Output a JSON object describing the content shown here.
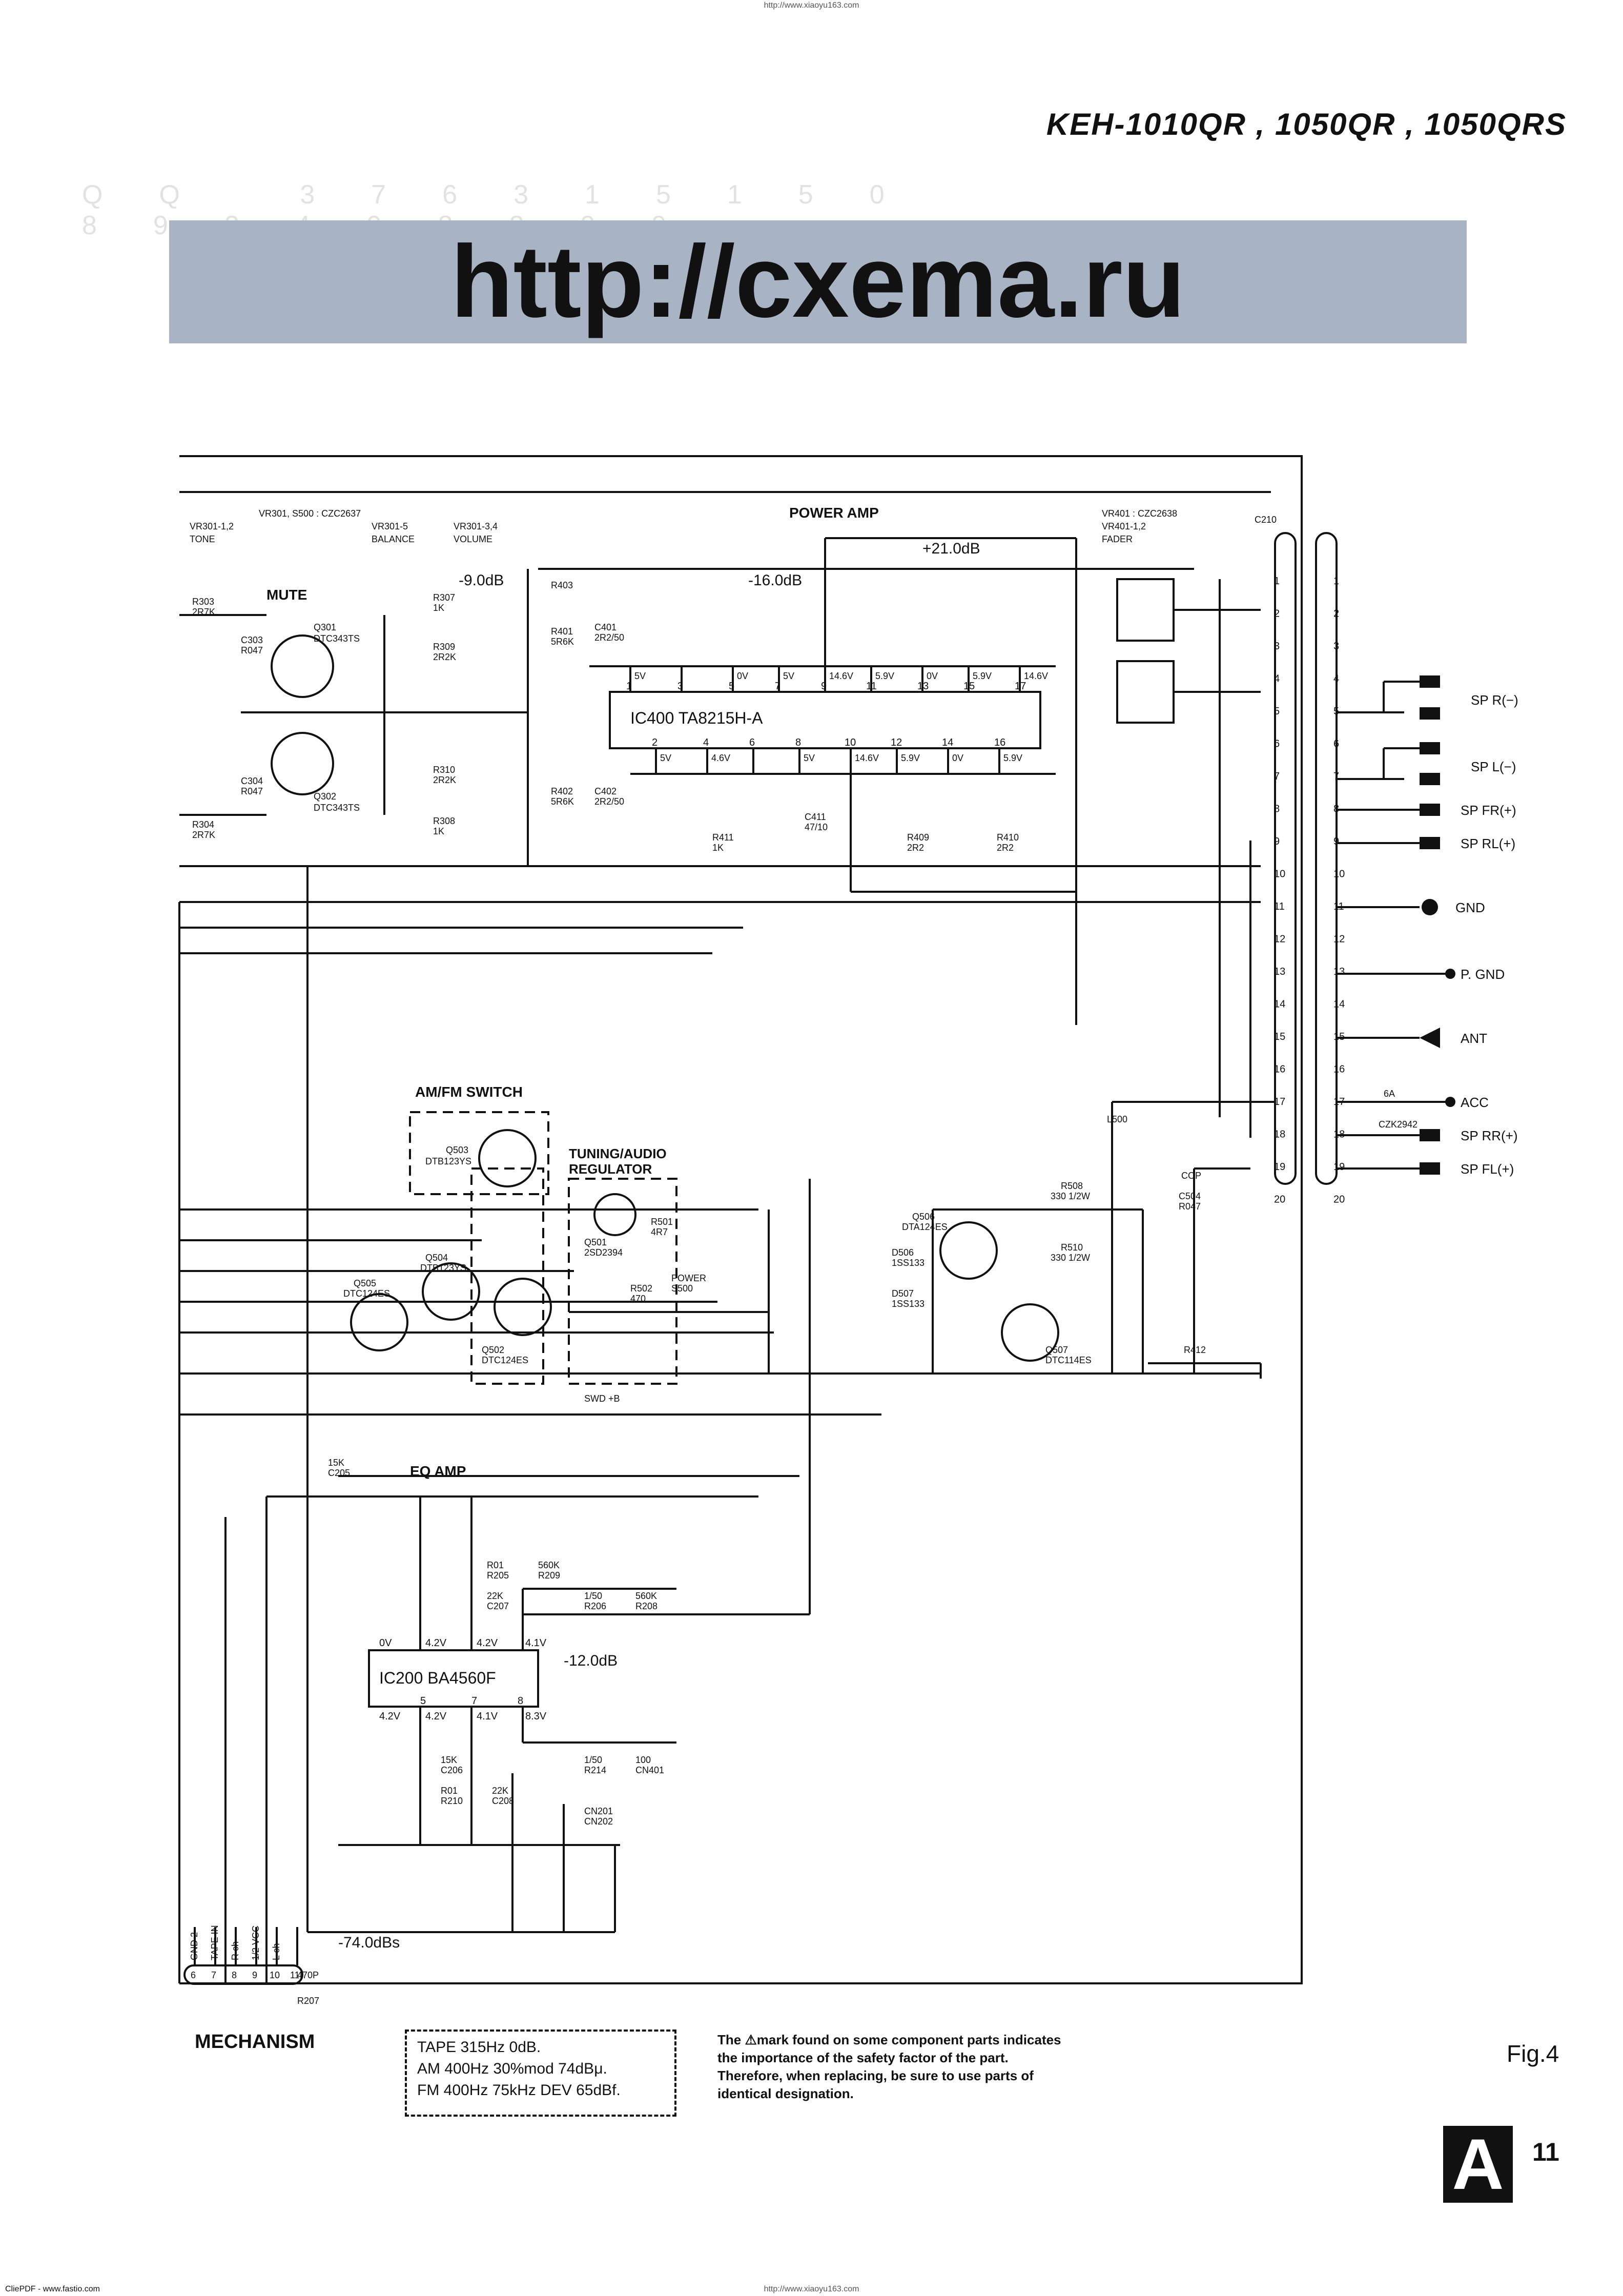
{
  "header": {
    "url_top": "http://www.xiaoyu163.com",
    "model": "KEH-1010QR , 1050QR , 1050QRS",
    "banner": "http://cxema.ru",
    "watermark_top": "QQ 376315150 892498299"
  },
  "blocks": {
    "power_amp": "POWER AMP",
    "mute": "MUTE",
    "am_fm_switch": "AM/FM SWITCH",
    "tuning_regulator_1": "TUNING/AUDIO",
    "tuning_regulator_2": "REGULATOR",
    "eq_amp": "EQ AMP",
    "mechanism": "MECHANISM"
  },
  "ics": {
    "ic400": "IC400 TA8215H-A",
    "ic200": "IC200 BA4560F"
  },
  "levels": {
    "l1": "-9.0dB",
    "l2": "-16.0dB",
    "l3": "+21.0dB",
    "l4": "-12.0dB",
    "l5": "-74.0dBs"
  },
  "vr": {
    "vr301_1": "VR301, S500 : CZC2637",
    "vr301_2": "VR301-1,2",
    "vr301_tone": "TONE",
    "vr301_5": "VR301-5",
    "vr301_bal": "BALANCE",
    "vr301_34": "VR301-3,4",
    "vr301_vol": "VOLUME",
    "vr401": "VR401 : CZC2638",
    "vr401_12": "VR401-1,2",
    "vr401_fader": "FADER"
  },
  "components": [
    {
      "id": "q301",
      "text": "Q301"
    },
    {
      "id": "q301t",
      "text": "DTC343TS"
    },
    {
      "id": "q302",
      "text": "Q302"
    },
    {
      "id": "q302t",
      "text": "DTC343TS"
    },
    {
      "id": "r303",
      "text": "R303"
    },
    {
      "id": "r303v",
      "text": "2R7K"
    },
    {
      "id": "c303",
      "text": "C303"
    },
    {
      "id": "c303v",
      "text": "R047"
    },
    {
      "id": "c304",
      "text": "C304"
    },
    {
      "id": "c304v",
      "text": "R047"
    },
    {
      "id": "r304",
      "text": "R304"
    },
    {
      "id": "r304v",
      "text": "2R7K"
    },
    {
      "id": "r307",
      "text": "R307"
    },
    {
      "id": "r307v",
      "text": "1K"
    },
    {
      "id": "r309",
      "text": "R309"
    },
    {
      "id": "r309v",
      "text": "2R2K"
    },
    {
      "id": "r310",
      "text": "R310"
    },
    {
      "id": "r310v",
      "text": "2R2K"
    },
    {
      "id": "r308",
      "text": "R308"
    },
    {
      "id": "r308v",
      "text": "1K"
    },
    {
      "id": "r403",
      "text": "R403"
    },
    {
      "id": "r401",
      "text": "R401"
    },
    {
      "id": "r401v",
      "text": "5R6K"
    },
    {
      "id": "c401",
      "text": "C401"
    },
    {
      "id": "c401v",
      "text": "2R2/50"
    },
    {
      "id": "r402",
      "text": "R402"
    },
    {
      "id": "r402v",
      "text": "5R6K"
    },
    {
      "id": "c402",
      "text": "C402"
    },
    {
      "id": "c402v",
      "text": "2R2/50"
    },
    {
      "id": "r411",
      "text": "R411"
    },
    {
      "id": "r411v",
      "text": "1K"
    },
    {
      "id": "c411",
      "text": "C411"
    },
    {
      "id": "c411v",
      "text": "47/10"
    },
    {
      "id": "r409",
      "text": "R409"
    },
    {
      "id": "r409v",
      "text": "2R2"
    },
    {
      "id": "r410",
      "text": "R410"
    },
    {
      "id": "r410v",
      "text": "2R2"
    },
    {
      "id": "q503",
      "text": "Q503"
    },
    {
      "id": "q503t",
      "text": "DTB123YS"
    },
    {
      "id": "q501",
      "text": "Q501"
    },
    {
      "id": "q501t",
      "text": "2SD2394"
    },
    {
      "id": "r501",
      "text": "R501"
    },
    {
      "id": "r501v",
      "text": "4R7"
    },
    {
      "id": "q505",
      "text": "Q505"
    },
    {
      "id": "q505t",
      "text": "DTC124ES"
    },
    {
      "id": "q504",
      "text": "Q504"
    },
    {
      "id": "q504t",
      "text": "DTB123YS"
    },
    {
      "id": "q502",
      "text": "Q502"
    },
    {
      "id": "q502t",
      "text": "DTC124ES"
    },
    {
      "id": "r502",
      "text": "R502"
    },
    {
      "id": "r502v",
      "text": "470"
    },
    {
      "id": "power",
      "text": "POWER"
    },
    {
      "id": "s500",
      "text": "S500"
    },
    {
      "id": "swd",
      "text": "SWD +B"
    },
    {
      "id": "q506",
      "text": "Q506"
    },
    {
      "id": "q506t",
      "text": "DTA124ES"
    },
    {
      "id": "d506",
      "text": "D506"
    },
    {
      "id": "d506t",
      "text": "1SS133"
    },
    {
      "id": "d507",
      "text": "D507"
    },
    {
      "id": "d507t",
      "text": "1SS133"
    },
    {
      "id": "r508",
      "text": "R508"
    },
    {
      "id": "r508v",
      "text": "330 1/2W"
    },
    {
      "id": "r510",
      "text": "R510"
    },
    {
      "id": "r510v",
      "text": "330 1/2W"
    },
    {
      "id": "q507",
      "text": "Q507"
    },
    {
      "id": "q507t",
      "text": "DTC114ES"
    },
    {
      "id": "r412",
      "text": "R412"
    },
    {
      "id": "l500",
      "text": "L500"
    },
    {
      "id": "c504",
      "text": "C504"
    },
    {
      "id": "c504v",
      "text": "R047"
    },
    {
      "id": "c210",
      "text": "C210"
    },
    {
      "id": "c210v",
      "text": "470P"
    },
    {
      "id": "r207",
      "text": "R207"
    },
    {
      "id": "r207v",
      "text": "15K"
    },
    {
      "id": "c205",
      "text": "C205"
    },
    {
      "id": "c205v",
      "text": "R01"
    },
    {
      "id": "r205",
      "text": "R205"
    },
    {
      "id": "r205v",
      "text": "560K"
    },
    {
      "id": "r209",
      "text": "R209"
    },
    {
      "id": "r209v",
      "text": "22K"
    },
    {
      "id": "c207",
      "text": "C207"
    },
    {
      "id": "c207v",
      "text": "1/50"
    },
    {
      "id": "r206",
      "text": "R206"
    },
    {
      "id": "r206v",
      "text": "560K"
    },
    {
      "id": "r208",
      "text": "R208"
    },
    {
      "id": "r208v",
      "text": "15K"
    },
    {
      "id": "c206",
      "text": "C206"
    },
    {
      "id": "c206v",
      "text": "R01"
    },
    {
      "id": "r210",
      "text": "R210"
    },
    {
      "id": "r210v",
      "text": "22K"
    },
    {
      "id": "c208",
      "text": "C208"
    },
    {
      "id": "c208v",
      "text": "1/50"
    },
    {
      "id": "r214",
      "text": "R214"
    },
    {
      "id": "r214v",
      "text": "100"
    },
    {
      "id": "cn401",
      "text": "CN401"
    },
    {
      "id": "cn201",
      "text": "CN201"
    },
    {
      "id": "cn202",
      "text": "CN202"
    },
    {
      "id": "cop",
      "text": "COP"
    },
    {
      "id": "fuse",
      "text": "6A"
    },
    {
      "id": "czk",
      "text": "CZK2942"
    }
  ],
  "ic400_pins_top": [
    "1",
    "3",
    "5",
    "7",
    "9",
    "11",
    "13",
    "15",
    "17"
  ],
  "ic400_pins_bottom": [
    "2",
    "4",
    "6",
    "8",
    "10",
    "12",
    "14",
    "16"
  ],
  "ic400_volt_top": [
    "5V",
    "0V",
    "5V",
    "14.6V",
    "5.9V",
    "0V",
    "5.9V",
    "14.6V"
  ],
  "ic400_volt_bottom": [
    "5V",
    "4.6V",
    "5V",
    "14.6V",
    "5.9V",
    "0V",
    "5.9V"
  ],
  "ic200_pins_top": [
    "0V",
    "4.2V",
    "4.2V",
    "4.1V"
  ],
  "ic200_pins_bottom": [
    "4.2V",
    "4.2V",
    "4.1V",
    "8.3V"
  ],
  "ic200_pin_numbers": [
    "5",
    "7",
    "8"
  ],
  "connector_pins": [
    "1",
    "2",
    "3",
    "4",
    "5",
    "6",
    "7",
    "8",
    "9",
    "10",
    "11",
    "12",
    "13",
    "14",
    "15",
    "16",
    "17",
    "18",
    "19",
    "20"
  ],
  "outputs": [
    {
      "label": "SP R(−)"
    },
    {
      "label": "SP L(−)"
    },
    {
      "label": "SP FR(+)"
    },
    {
      "label": "SP RL(+)"
    },
    {
      "label": "GND"
    },
    {
      "label": "P. GND"
    },
    {
      "label": "ANT"
    },
    {
      "label": "ACC"
    },
    {
      "label": "SP RR(+)"
    },
    {
      "label": "SP FL(+)"
    }
  ],
  "cn201_pins": [
    "6",
    "7",
    "8",
    "9",
    "10",
    "11"
  ],
  "cn201_labels": [
    "GND 2",
    "TAPE IN",
    "R ch",
    "1/2 VCC",
    "L ch"
  ],
  "tape_note": {
    "line1": "TAPE 315Hz 0dB.",
    "line2": "AM 400Hz 30%mod 74dBμ.",
    "line3": "FM 400Hz 75kHz DEV 65dBf."
  },
  "safety_note": {
    "line1": "The ⚠mark found on some component parts indicates",
    "line2": "the importance of the safety factor of the part.",
    "line3": "Therefore, when replacing, be sure to use parts of",
    "line4": "identical designation."
  },
  "figure": "Fig.4",
  "badge": "A",
  "page_number": "11",
  "footer_left": "CliePDF - www.fastio.com",
  "url_bottom": "http://www.xiaoyu163.com"
}
